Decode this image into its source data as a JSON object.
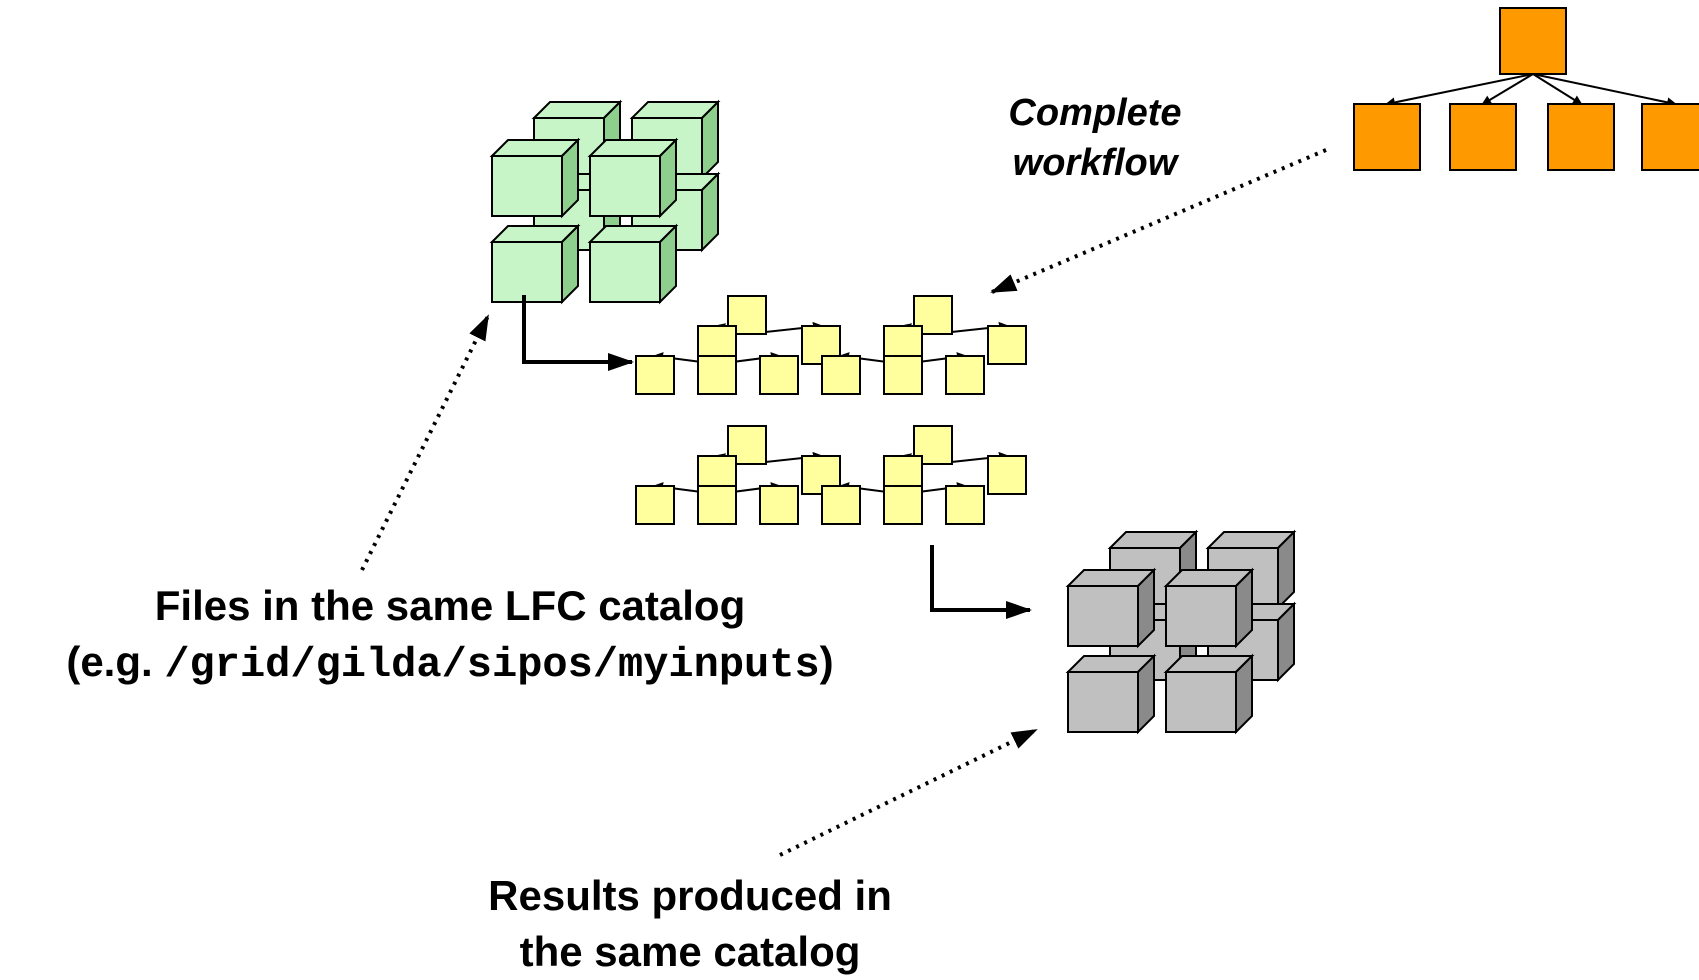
{
  "workflow_label": {
    "line1": "Complete",
    "line2": "workflow"
  },
  "inputs_label": {
    "line1": "Files in the same LFC catalog",
    "prefix": "(e.g. ",
    "path": "/grid/gilda/sipos/myinputs",
    "suffix": ")"
  },
  "results_label": {
    "line1": "Results produced in",
    "line2": "the same catalog"
  },
  "colors": {
    "input_files": "#c8f5c8",
    "input_files_side": "#8ecf8e",
    "workflow_instances": "#ffff9e",
    "complete_workflow": "#ff9900",
    "result_files": "#c0c0c0",
    "result_files_side": "#8a8a8a"
  },
  "icons": [
    "input-file-cubes",
    "workflow-instances-grid",
    "complete-workflow-tree",
    "result-file-cubes"
  ]
}
